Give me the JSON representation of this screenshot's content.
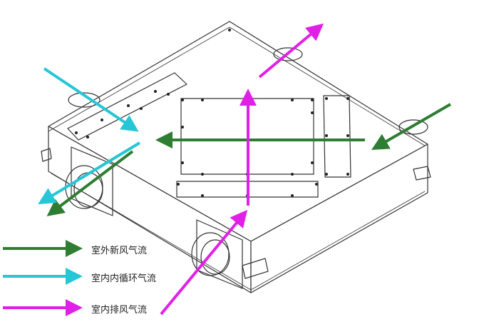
{
  "colors": {
    "outdoor_fresh": "#2e7d32",
    "indoor_circulation": "#26c6d6",
    "indoor_exhaust": "#e020e6",
    "line": "#333333"
  },
  "legend": [
    {
      "label": "室外新风气流",
      "color_key": "outdoor_fresh"
    },
    {
      "label": "室内内循环气流",
      "color_key": "indoor_circulation"
    },
    {
      "label": "室内排风气流",
      "color_key": "indoor_exhaust"
    }
  ]
}
